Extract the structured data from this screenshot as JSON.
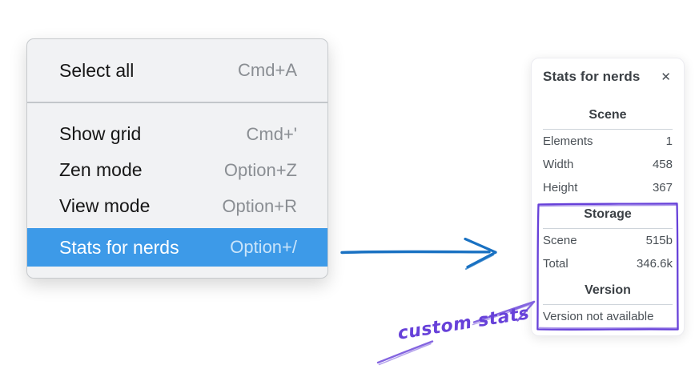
{
  "context_menu": {
    "sections": [
      {
        "items": [
          {
            "label": "Select all",
            "shortcut": "Cmd+A"
          }
        ]
      },
      {
        "items": [
          {
            "label": "Show grid",
            "shortcut": "Cmd+'"
          },
          {
            "label": "Zen mode",
            "shortcut": "Option+Z"
          },
          {
            "label": "View mode",
            "shortcut": "Option+R"
          },
          {
            "label": "Stats for nerds",
            "shortcut": "Option+/",
            "highlighted": true
          }
        ]
      }
    ],
    "highlight_color": "#3d9ae8"
  },
  "stats_panel": {
    "title": "Stats for nerds",
    "close_icon": "✕",
    "sections": [
      {
        "title": "Scene",
        "rows": [
          {
            "label": "Elements",
            "value": "1"
          },
          {
            "label": "Width",
            "value": "458"
          },
          {
            "label": "Height",
            "value": "367"
          }
        ]
      },
      {
        "title": "Storage",
        "rows": [
          {
            "label": "Scene",
            "value": "515b"
          },
          {
            "label": "Total",
            "value": "346.6k"
          }
        ]
      },
      {
        "title": "Version",
        "note": "Version not available"
      }
    ]
  },
  "annotations": {
    "label": "custom stats",
    "label_color": "#6741d9",
    "pointer_arrow_color": "#1971c2",
    "highlight_box_color": "#6741d9",
    "annotation_arrow_color": "#8465e0"
  }
}
